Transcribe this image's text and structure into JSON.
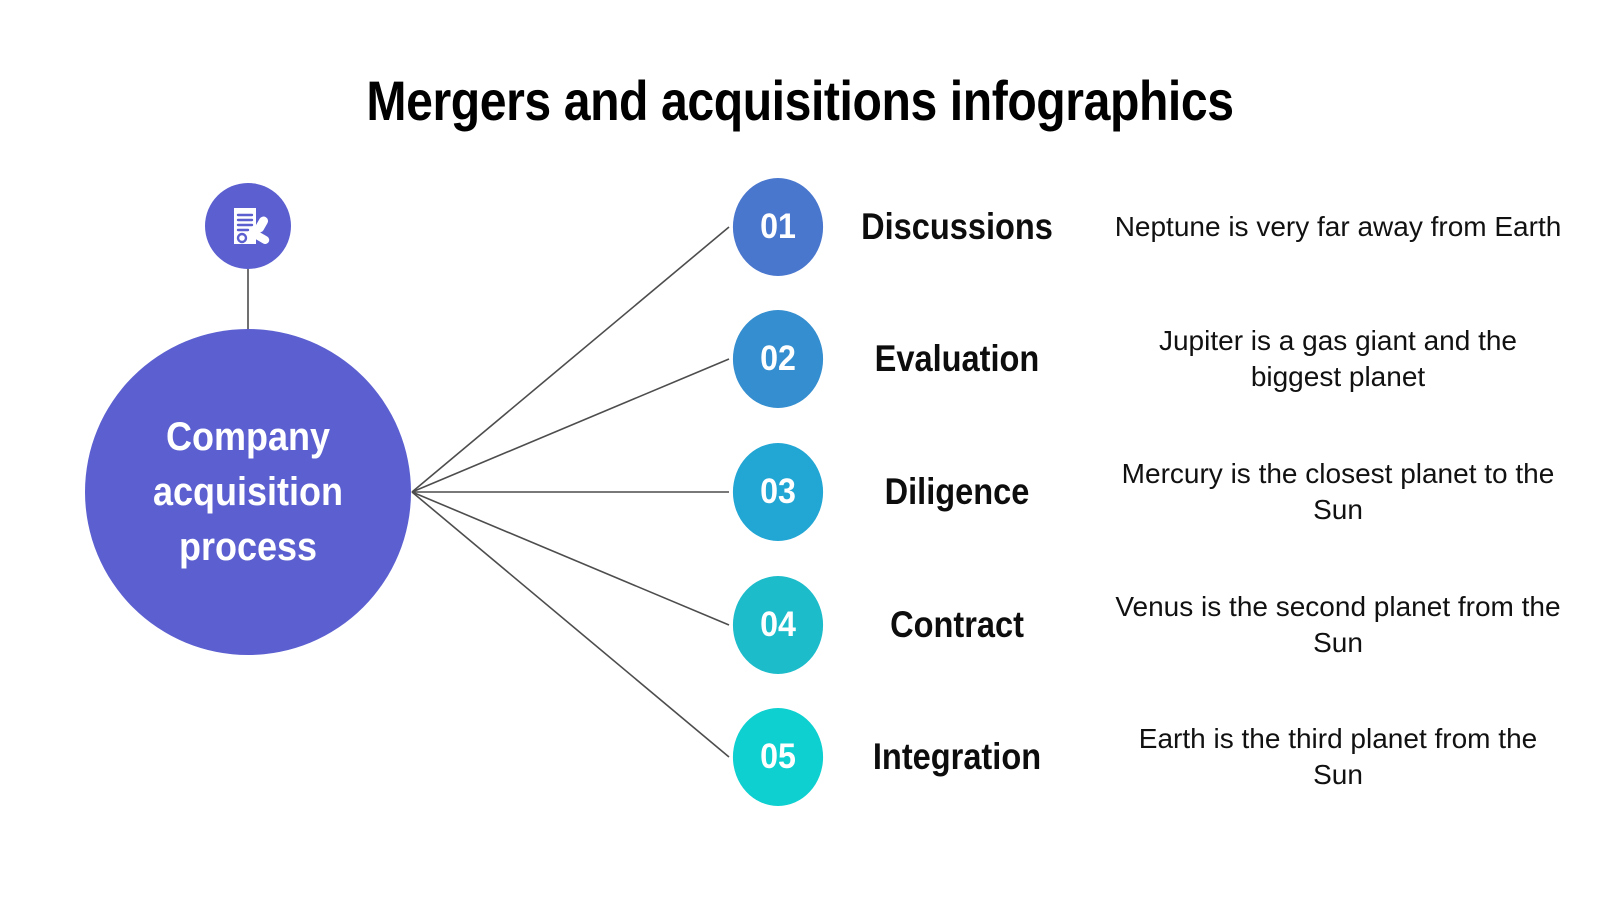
{
  "title": "Mergers and acquisitions infographics",
  "hub": {
    "label": "Company acquisition process",
    "color": "#5B5FD0",
    "icon": "document-stamp-icon"
  },
  "icon_badge": {
    "icon": "document-stamp-icon",
    "color": "#5B5FD0"
  },
  "connector_color": "#4d4d4d",
  "steps": [
    {
      "number": "01",
      "title": "Discussions",
      "description": "Neptune is very far away from Earth",
      "color": "#4A77CE"
    },
    {
      "number": "02",
      "title": "Evaluation",
      "description": "Jupiter is a gas giant and the biggest planet",
      "color": "#348ECF"
    },
    {
      "number": "03",
      "title": "Diligence",
      "description": "Mercury is the closest planet to the Sun",
      "color": "#22A6D4"
    },
    {
      "number": "04",
      "title": "Contract",
      "description": "Venus is the second planet from the Sun",
      "color": "#1CBCCB"
    },
    {
      "number": "05",
      "title": "Integration",
      "description": "Earth is the third planet from the Sun",
      "color": "#0ED0D0"
    }
  ]
}
